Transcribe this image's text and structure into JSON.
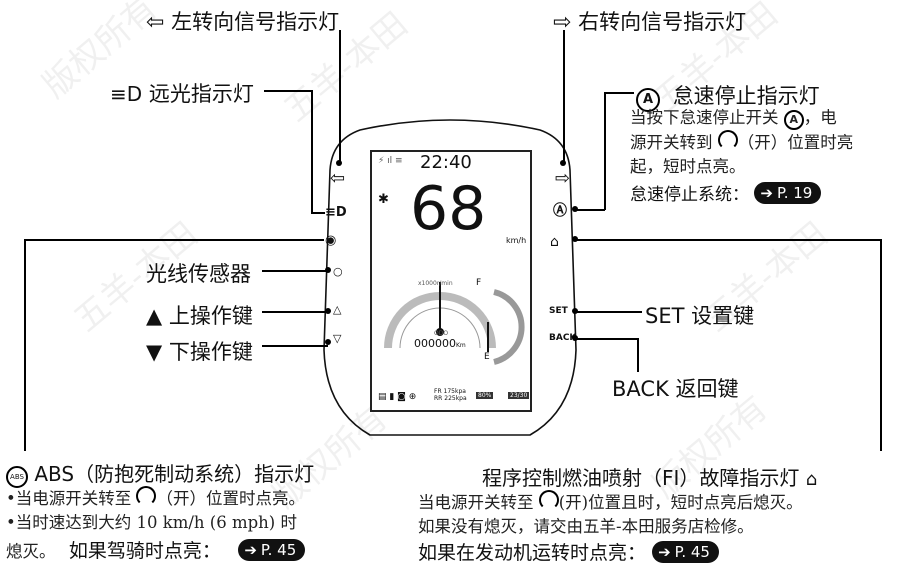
{
  "labels": {
    "left_turn": "左转向信号指示灯",
    "right_turn": "右转向信号指示灯",
    "high_beam": "远光指示灯",
    "idle_stop": "怠速停止指示灯",
    "light_sensor": "光线传感器",
    "up_key": "上操作键",
    "down_key": "下操作键",
    "set_key": "SET 设置键",
    "back_key": "BACK 返回键",
    "abs": "ABS（防抱死制动系统）指示灯",
    "fi": "程序控制燃油喷射（FI）故障指示灯"
  },
  "idle_stop_desc": {
    "line1": "当按下怠速停止开关",
    "line1_end": "，电",
    "line2": "源开关转到",
    "line2_end": "（开）位置时亮",
    "line3": "起，短时点亮。",
    "system": "怠速停止系统：",
    "system_ref": "P. 19"
  },
  "abs_desc": {
    "b1a": "•当电源开关转至",
    "b1b": "（开）位置时点亮。",
    "b2": "•当时速达到大约 10 km/h (6 mph) 时",
    "b3": "熄灭。",
    "riding": "如果驾骑时点亮：",
    "ref": "P. 45"
  },
  "fi_desc": {
    "l1a": "当电源开关转至",
    "l1b": "(开)位置且时，短时点亮后熄灭。",
    "l2": "如果没有熄灭，请交由五羊-本田服务店检修。",
    "running": "如果在发动机运转时点亮：",
    "ref": "P. 45"
  },
  "dashboard": {
    "time": "22:40",
    "speed": "68",
    "speed_unit": "km/h",
    "odo_label": "ODO",
    "odo_value": "000000",
    "odo_unit": "Km",
    "rpm_unit": "x1000r/min",
    "fuel_full": "F",
    "fuel_empty": "E",
    "front_tire": "FR 175kpa",
    "rear_tire": "RR 225kpa",
    "battery_pct": "80%",
    "ambient_temp": "23/30",
    "set_button": "SET",
    "back_button": "BACK"
  },
  "icons": [
    "left-arrow-icon",
    "right-arrow-icon",
    "high-beam-icon",
    "idle-stop-icon",
    "abs-icon",
    "fi-engine-icon",
    "up-triangle-icon",
    "down-triangle-icon",
    "light-sensor-icon",
    "power-on-icon"
  ],
  "watermark": "五羊-本田 版权所有"
}
